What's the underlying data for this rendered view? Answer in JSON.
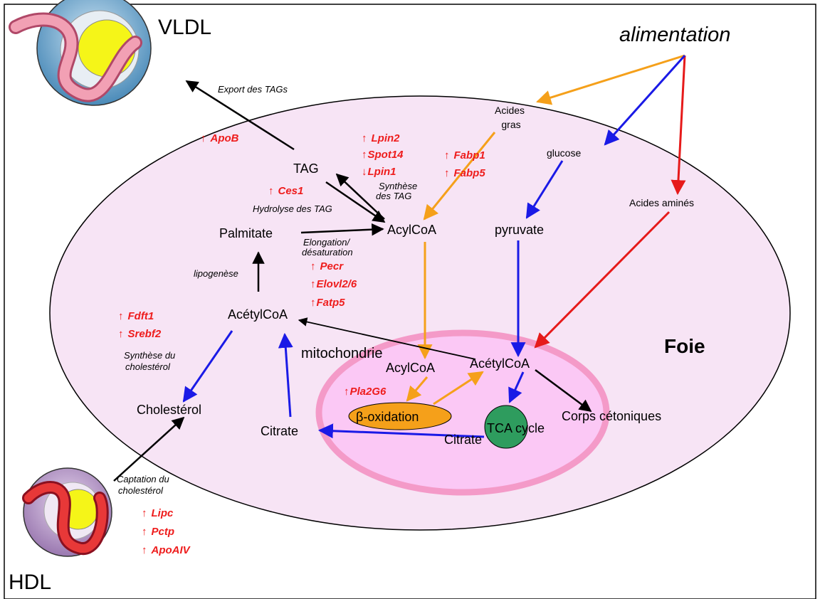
{
  "source": {
    "label": "alimentation"
  },
  "organ": {
    "label": "Foie"
  },
  "organelle": {
    "label": "mitochondrie"
  },
  "lipoproteins": {
    "vldl": "VLDL",
    "hdl": "HDL"
  },
  "nodes": {
    "acides_gras": [
      "Acides",
      "gras"
    ],
    "glucose": "glucose",
    "acides_amines": "Acides aminés",
    "tag": "TAG",
    "acylcoa": "AcylCoA",
    "pyruvate": "pyruvate",
    "palmitate": "Palmitate",
    "acetylcoa": "AcétylCoA",
    "cholesterol": "Cholestérol",
    "citrate": "Citrate",
    "acylcoa_mito": "AcylCoA",
    "acetylcoa_mito": "AcétylCoA",
    "beta_oxidation": "β-oxidation",
    "tca_cycle": "TCA cycle",
    "citrate_mito": "Citrate",
    "corps_cetoniques": "Corps cétoniques"
  },
  "process_labels": {
    "export": "Export des TAGs",
    "synthese_tag": [
      "Synthèse",
      "des TAG"
    ],
    "hydrolyse": "Hydrolyse des TAG",
    "elongation": [
      "Elongation/",
      "désaturation"
    ],
    "lipogenese": "lipogenèse",
    "synthese_chol": [
      "Synthèse du",
      "cholestérol"
    ],
    "captation": [
      "Captation du",
      "cholestérol"
    ]
  },
  "genes": {
    "apob": {
      "dir": "↑",
      "name": "ApoB"
    },
    "lpin2": {
      "dir": "↑",
      "name": "Lpin2"
    },
    "spot14": {
      "dir": "↑",
      "name": "Spot14"
    },
    "lpin1": {
      "dir": "↓",
      "name": "Lpin1"
    },
    "fabp1": {
      "dir": "↑",
      "name": "Fabp1"
    },
    "fabp5": {
      "dir": "↑",
      "name": "Fabp5"
    },
    "ces1": {
      "dir": "↑",
      "name": "Ces1"
    },
    "pecr": {
      "dir": "↑",
      "name": "Pecr"
    },
    "elovl": {
      "dir": "↑",
      "name": "Elovl2/6"
    },
    "fatp5": {
      "dir": "↑",
      "name": "Fatp5"
    },
    "fdft1": {
      "dir": "↑",
      "name": "Fdft1"
    },
    "srebf2": {
      "dir": "↑",
      "name": "Srebf2"
    },
    "pla2g6": {
      "dir": "↑",
      "name": "Pla2G6"
    },
    "lipc": {
      "dir": "↑",
      "name": "Lipc"
    },
    "pctp": {
      "dir": "↑",
      "name": "Pctp"
    },
    "apoaiv": {
      "dir": "↑",
      "name": "ApoAIV"
    }
  },
  "colors": {
    "lipid_pathway": "#f5a01a",
    "glucose_pathway": "#1a1ae6",
    "amino_acid_pathway": "#e61a1a",
    "general_pathway": "#000000",
    "gene_text": "#ee1c1c",
    "cell": "#f7e4f5",
    "mitochondrion_fill": "#fbc8f5",
    "mitochondrion_border": "#f49ac8",
    "beta_oxidation_fill": "#f5a01a",
    "tca_fill": "#2e9c5e"
  }
}
